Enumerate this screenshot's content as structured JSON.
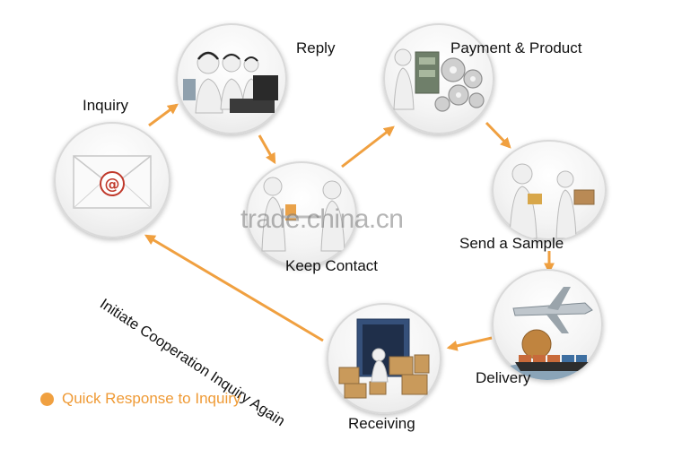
{
  "steps": {
    "inquiry": "Inquiry",
    "reply": "Reply",
    "payment": "Payment & Product",
    "keep_contact": "Keep Contact",
    "sample": "Send a Sample",
    "delivery": "Delivery",
    "receiving": "Receiving"
  },
  "loop_label": "Initiate Cooperation Inquiry Again",
  "legend": {
    "text": "Quick Response to Inquiry"
  },
  "watermark": "trade.china.cn",
  "colors": {
    "arrow": "#f0a040",
    "legend_text": "#ef9a35"
  }
}
